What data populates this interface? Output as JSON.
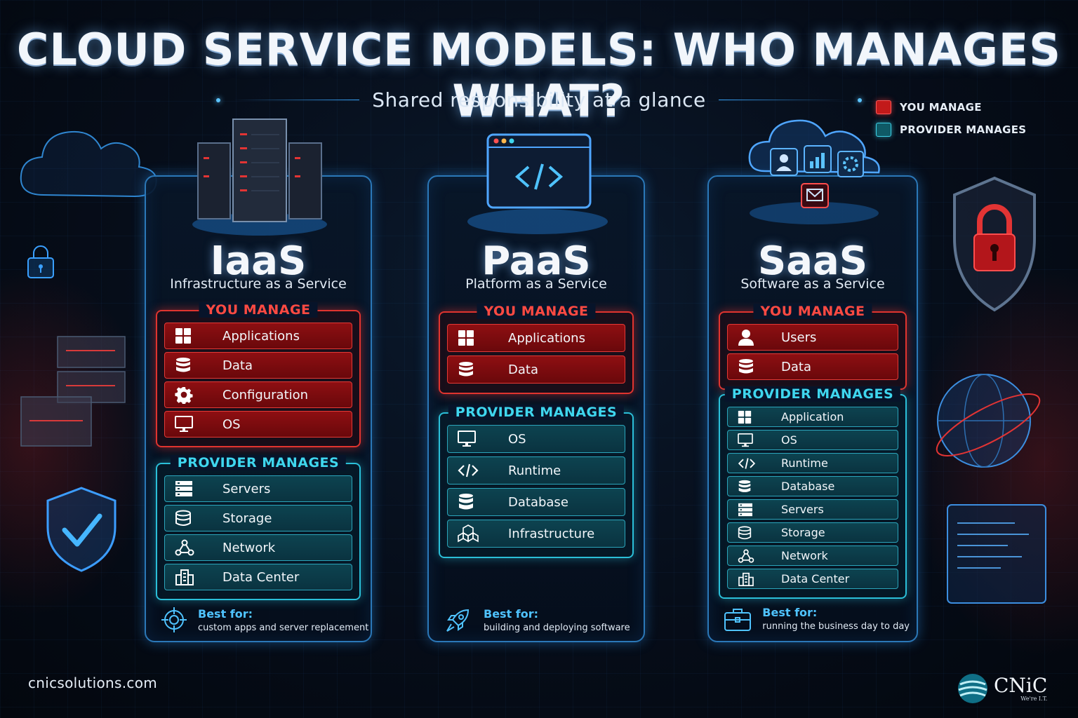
{
  "header": {
    "title": "CLOUD SERVICE MODELS: WHO MANAGES WHAT?",
    "subtitle": "Shared responsibility at a glance"
  },
  "legend": [
    {
      "label": "YOU MANAGE",
      "color": "#c21a1a"
    },
    {
      "label": "PROVIDER MANAGES",
      "color": "#0f5a66"
    }
  ],
  "colors": {
    "you_manage": "#e0342f",
    "provider_manages": "#2bbfd8",
    "accent_blue": "#4fc3ff"
  },
  "models": [
    {
      "name": "IaaS",
      "full_name": "Infrastructure as a Service",
      "you_title": "YOU MANAGE",
      "you_items": [
        {
          "label": "Applications",
          "icon": "grid-icon"
        },
        {
          "label": "Data",
          "icon": "database-icon"
        },
        {
          "label": "Configuration",
          "icon": "gear-icon"
        },
        {
          "label": "OS",
          "icon": "monitor-icon"
        }
      ],
      "provider_title": "PROVIDER MANAGES",
      "provider_items": [
        {
          "label": "Servers",
          "icon": "server-icon"
        },
        {
          "label": "Storage",
          "icon": "database-icon"
        },
        {
          "label": "Network",
          "icon": "network-icon"
        },
        {
          "label": "Data Center",
          "icon": "building-icon"
        }
      ],
      "best_for_title": "Best for:",
      "best_for_text": "custom apps and server replacement",
      "best_icon": "target-icon"
    },
    {
      "name": "PaaS",
      "full_name": "Platform as a Service",
      "you_title": "YOU MANAGE",
      "you_items": [
        {
          "label": "Applications",
          "icon": "grid-icon"
        },
        {
          "label": "Data",
          "icon": "database-icon"
        }
      ],
      "provider_title": "PROVIDER MANAGES",
      "provider_items": [
        {
          "label": "OS",
          "icon": "monitor-icon"
        },
        {
          "label": "Runtime",
          "icon": "code-icon"
        },
        {
          "label": "Database",
          "icon": "database-icon"
        },
        {
          "label": "Infrastructure",
          "icon": "cubes-icon"
        }
      ],
      "best_for_title": "Best for:",
      "best_for_text": "building and deploying software",
      "best_icon": "rocket-icon"
    },
    {
      "name": "SaaS",
      "full_name": "Software as a Service",
      "you_title": "YOU MANAGE",
      "you_items": [
        {
          "label": "Users",
          "icon": "user-icon"
        },
        {
          "label": "Data",
          "icon": "database-icon"
        }
      ],
      "provider_title": "PROVIDER MANAGES",
      "provider_items": [
        {
          "label": "Application",
          "icon": "grid-icon"
        },
        {
          "label": "OS",
          "icon": "monitor-icon"
        },
        {
          "label": "Runtime",
          "icon": "code-icon"
        },
        {
          "label": "Database",
          "icon": "database-icon"
        },
        {
          "label": "Servers",
          "icon": "server-icon"
        },
        {
          "label": "Storage",
          "icon": "database-icon"
        },
        {
          "label": "Network",
          "icon": "network-icon"
        },
        {
          "label": "Data Center",
          "icon": "building-icon"
        }
      ],
      "best_for_title": "Best for:",
      "best_for_text": "running the business day to day",
      "best_icon": "briefcase-icon"
    }
  ],
  "footer": {
    "url": "cnicsolutions.com",
    "logo_text": "CNiC",
    "logo_tagline": "We're I.T."
  }
}
